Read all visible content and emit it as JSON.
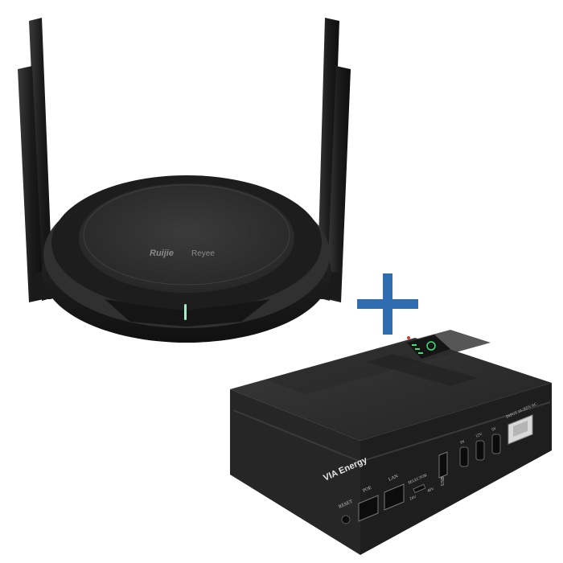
{
  "router": {
    "brand_primary": "Ruijie",
    "brand_secondary": "Reyee",
    "status_led_color": "#9ff0c8",
    "body_color": "#2b2b2b"
  },
  "plus_sign": {
    "color": "#2f6db0"
  },
  "ups": {
    "brand": "VIA Energy",
    "ports": {
      "reset": "RESET",
      "poe": "POE",
      "lan": "LAN",
      "selector": "SELECTOR",
      "sel_a": "24V",
      "sel_b": "48V",
      "usb": "USB",
      "dc_a": "9V",
      "dc_b": "12V",
      "dc_c": "5V",
      "input": "INPUT 10-265V AC"
    },
    "led_color": "#3fe07a",
    "body_color": "#2a2a2a"
  }
}
